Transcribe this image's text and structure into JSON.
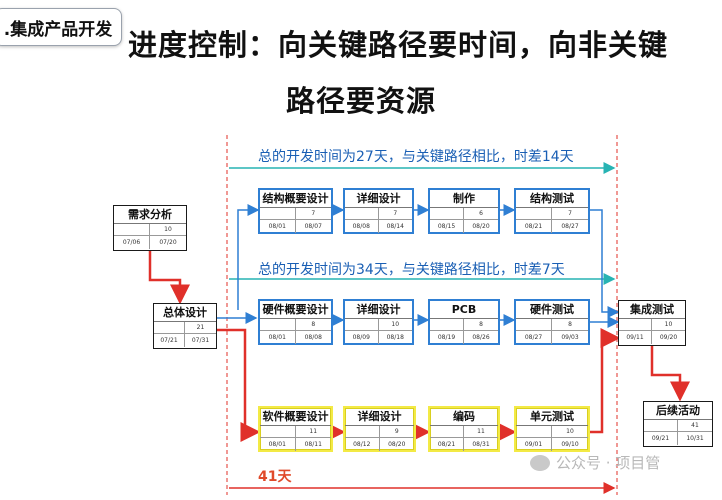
{
  "header": {
    "tag": ".集成产品开发",
    "title_line1": "进度控制：向关键路径要时间，向非关键",
    "title_line2": "路径要资源"
  },
  "captions": {
    "top": "总的开发时间为27天，与关键路径相比，时差14天",
    "middle": "总的开发时间为34天，与关键路径相比，时差7天",
    "bottom": "41天"
  },
  "nodes": {
    "req": {
      "name": "需求分析",
      "c1": "",
      "c2": "10",
      "d1": "07/06",
      "d2": "07/20"
    },
    "overall": {
      "name": "总体设计",
      "c1": "",
      "c2": "21",
      "d1": "07/21",
      "d2": "07/31"
    },
    "s1": {
      "name": "结构概要设计",
      "c1": "",
      "c2": "7",
      "d1": "08/01",
      "d2": "08/07"
    },
    "s2": {
      "name": "详细设计",
      "c1": "",
      "c2": "7",
      "d1": "08/08",
      "d2": "08/14"
    },
    "s3": {
      "name": "制作",
      "c1": "",
      "c2": "6",
      "d1": "08/15",
      "d2": "08/20"
    },
    "s4": {
      "name": "结构测试",
      "c1": "",
      "c2": "7",
      "d1": "08/21",
      "d2": "08/27"
    },
    "h1": {
      "name": "硬件概要设计",
      "c1": "",
      "c2": "8",
      "d1": "08/01",
      "d2": "08/08"
    },
    "h2": {
      "name": "详细设计",
      "c1": "",
      "c2": "10",
      "d1": "08/09",
      "d2": "08/18"
    },
    "h3": {
      "name": "PCB",
      "c1": "",
      "c2": "8",
      "d1": "08/19",
      "d2": "08/26"
    },
    "h4": {
      "name": "硬件测试",
      "c1": "",
      "c2": "8",
      "d1": "08/27",
      "d2": "09/03"
    },
    "w1": {
      "name": "软件概要设计",
      "c1": "",
      "c2": "11",
      "d1": "08/01",
      "d2": "08/11"
    },
    "w2": {
      "name": "详细设计",
      "c1": "",
      "c2": "9",
      "d1": "08/12",
      "d2": "08/20"
    },
    "w3": {
      "name": "编码",
      "c1": "",
      "c2": "11",
      "d1": "08/21",
      "d2": "08/31"
    },
    "w4": {
      "name": "单元测试",
      "c1": "",
      "c2": "10",
      "d1": "09/01",
      "d2": "09/10"
    },
    "integ": {
      "name": "集成测试",
      "c1": "",
      "c2": "10",
      "d1": "09/11",
      "d2": "09/20"
    },
    "follow": {
      "name": "后续活动",
      "c1": "",
      "c2": "41",
      "d1": "09/21",
      "d2": "10/31"
    }
  },
  "watermark": {
    "text": "公众号 · 项目管"
  },
  "colors": {
    "critical": "#e0302a",
    "structure": "#2f7fd3",
    "software": "#f3ea45",
    "caption": "#1a5fb4"
  }
}
